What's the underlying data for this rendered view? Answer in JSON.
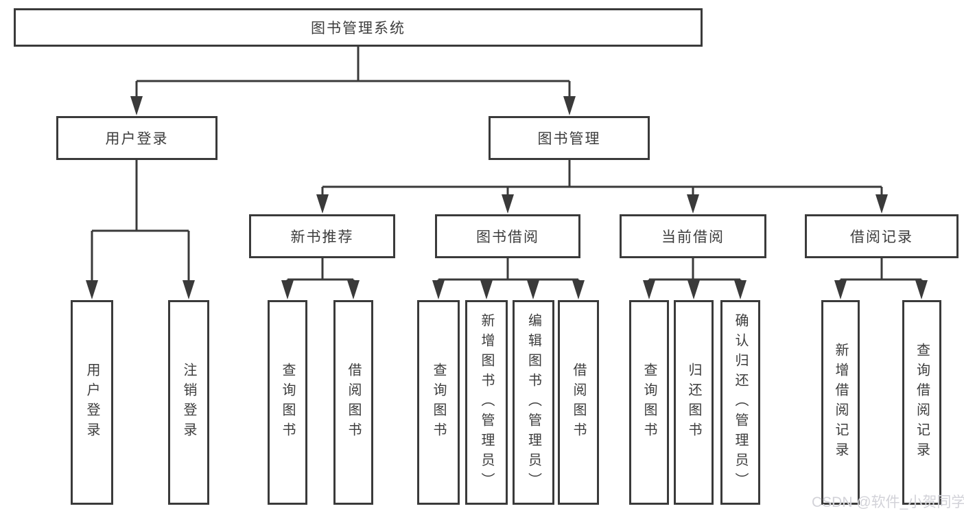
{
  "tree": {
    "label": "图书管理系统",
    "children": [
      {
        "label": "用户登录",
        "children": [
          {
            "label": "用户登录"
          },
          {
            "label": "注销登录"
          }
        ]
      },
      {
        "label": "图书管理",
        "children": [
          {
            "label": "新书推荐",
            "children": [
              {
                "label": "查询图书"
              },
              {
                "label": "借阅图书"
              }
            ]
          },
          {
            "label": "图书借阅",
            "children": [
              {
                "label": "查询图书"
              },
              {
                "label": "新增图书（管理员）"
              },
              {
                "label": "编辑图书（管理员）"
              },
              {
                "label": "借阅图书"
              }
            ]
          },
          {
            "label": "当前借阅",
            "children": [
              {
                "label": "查询图书"
              },
              {
                "label": "归还图书"
              },
              {
                "label": "确认归还（管理员）"
              }
            ]
          },
          {
            "label": "借阅记录",
            "children": [
              {
                "label": "新增借阅记录"
              },
              {
                "label": "查询借阅记录"
              }
            ]
          }
        ]
      }
    ]
  },
  "watermark": {
    "text": "CSDN @软件_小贺同学"
  },
  "colors": {
    "line": "#3a3a3a",
    "box_background": "#ffffff",
    "text": "#3d3d3d",
    "watermark": "#d0d0d4"
  }
}
